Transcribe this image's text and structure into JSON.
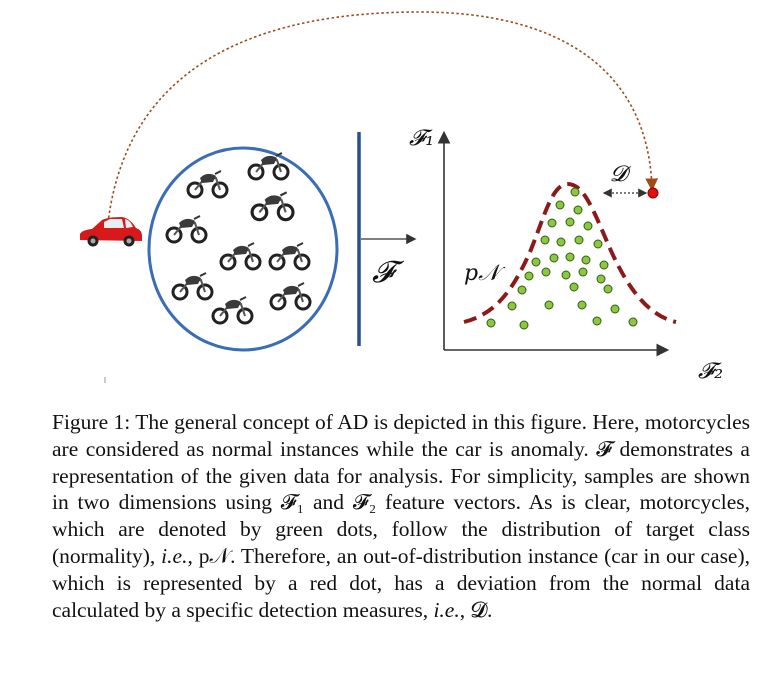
{
  "figure": {
    "labels": {
      "f1": "𝓕₁",
      "f2": "𝓕₂",
      "f": "𝓕",
      "pn": "p𝒩",
      "d": "𝓓"
    },
    "colors": {
      "normal_dot": "#8dc63f",
      "anomaly_dot": "#e01010",
      "distribution_curve": "#8b1a1a",
      "circle_border": "#3a6db5",
      "arrow": "#a04a1a",
      "car": "#d7191c",
      "axis": "#333333",
      "divider": "#2a4f8f"
    },
    "icons": [
      "car-icon",
      "motorcycle-icon"
    ]
  },
  "caption": {
    "p1": "Figure 1: The general concept of AD is depicted in this figure. Here, motorcycles are considered as normal instances while the car is anomaly. ",
    "sym_f": "𝓕",
    "p2": " demonstrates a representation of the given data for analysis. For simplicity, samples are shown in two dimensions using ",
    "sym_f1": "𝓕₁",
    "p3": " and ",
    "sym_f2": "𝓕₂",
    "p4": " feature vectors. As is clear, motorcycles, which are denoted by green dots, follow the distribution of target class (normality), ",
    "ie1": "i.e.",
    "p5": ", ",
    "sym_pn": "p𝒩",
    "p6": ". Therefore, an out-of-distribution instance (car in our case), which is represented by a red dot, has a deviation from the normal data calculated by a specific detection measures, ",
    "ie2": "i.e.",
    "p7": ", ",
    "sym_d": "𝓓",
    "p8": "."
  }
}
